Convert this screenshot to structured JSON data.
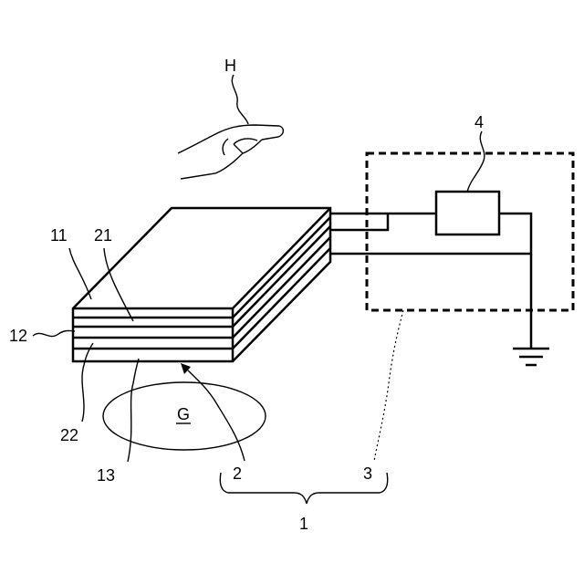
{
  "labels": {
    "hand": "H",
    "controller": "4",
    "layer_11": "11",
    "layer_21": "21",
    "layer_12": "12",
    "layer_22": "22",
    "layer_13": "13",
    "region_g": "G",
    "electrode": "2",
    "circuit": "3",
    "device": "1"
  },
  "colors": {
    "line": "#000000",
    "background": "#ffffff"
  }
}
